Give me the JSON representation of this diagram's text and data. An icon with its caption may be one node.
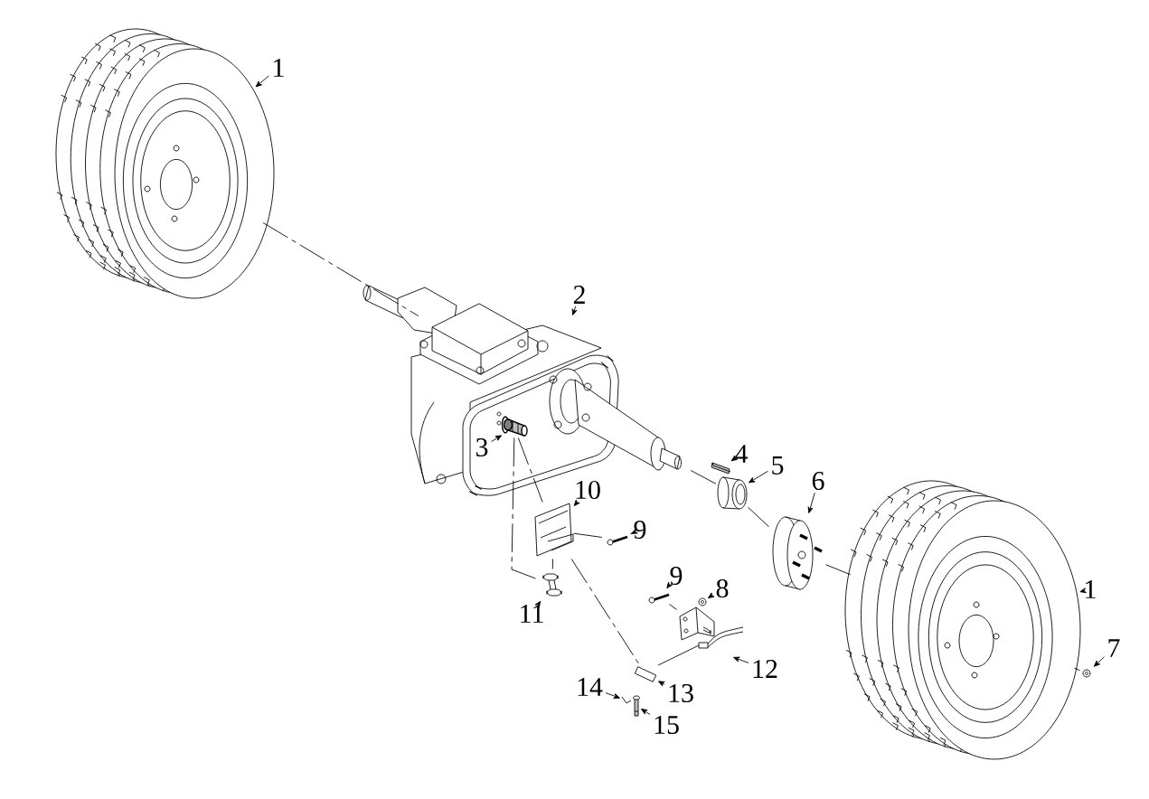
{
  "diagram": {
    "nodes": [
      {
        "text": [
          "1"
        ]
      },
      {
        "text": [
          "2"
        ],
        "in": 18
      },
      {
        "text": [
          "3"
        ],
        "in": 18
      },
      {
        "text": [
          "4"
        ]
      },
      {
        "text": [
          "5"
        ]
      },
      {
        "text": [
          "6"
        ]
      },
      {
        "text": [
          "1"
        ]
      },
      {
        "text": [
          "7"
        ]
      },
      {
        "text": [
          "9"
        ]
      },
      {
        "text": [
          "8"
        ]
      },
      {
        "text": [
          "9"
        ]
      },
      {
        "text": [
          "10"
        ]
      },
      {
        "text": [
          "11"
        ]
      },
      {
        "text": [
          "12"
        ]
      },
      {
        "text": [
          "13"
        ]
      },
      {
        "text": [
          "14"
        ]
      },
      {
        "text": [
          "15"
        ]
      },
      {
        "text": [],
        "shape": "picture"
      },
      {
        "text": [],
        "shape": "picture"
      },
      {
        "text": [],
        "shape": "picture",
        "in": 18
      },
      {
        "text": [],
        "shape": "picture"
      },
      {
        "text": [],
        "shape": "picture"
      },
      {
        "text": [],
        "shape": "picture"
      },
      {
        "text": [],
        "shape": "picture"
      },
      {
        "text": [],
        "shape": "picture"
      },
      {
        "text": [],
        "shape": "picture"
      },
      {
        "text": [],
        "shape": "picture"
      },
      {
        "text": [],
        "shape": "picture"
      },
      {
        "text": [],
        "shape": "picture"
      },
      {
        "text": [],
        "shape": "picture"
      },
      {
        "text": [],
        "shape": "picture"
      },
      {
        "text": [],
        "shape": "picture"
      },
      {
        "text": [],
        "shape": "picture"
      },
      {
        "text": [],
        "shape": "picture"
      },
      {
        "text": [],
        "shape": "picture"
      }
    ],
    "edges": [
      {
        "from": 0,
        "to": 17,
        "arrow": "to"
      },
      {
        "from": 1,
        "to": 18,
        "arrow": "to"
      },
      {
        "from": 2,
        "to": 19,
        "arrow": "to"
      },
      {
        "from": 3,
        "to": 20,
        "arrow": "to"
      },
      {
        "from": 4,
        "to": 21,
        "arrow": "to"
      },
      {
        "from": 5,
        "to": 22,
        "arrow": "to"
      },
      {
        "from": 6,
        "to": 23,
        "arrow": "to"
      },
      {
        "from": 7,
        "to": 24,
        "arrow": "to"
      },
      {
        "from": 8,
        "to": 25,
        "arrow": "to"
      },
      {
        "from": 9,
        "to": 26,
        "arrow": "to"
      },
      {
        "from": 10,
        "to": 27,
        "arrow": "to"
      },
      {
        "from": 11,
        "to": 28,
        "arrow": "to"
      },
      {
        "from": 12,
        "to": 29,
        "arrow": "to"
      },
      {
        "from": 13,
        "to": 31,
        "arrow": "to"
      },
      {
        "from": 14,
        "to": 32,
        "arrow": "to"
      },
      {
        "from": 15,
        "to": 33,
        "arrow": "to"
      },
      {
        "from": 16,
        "to": 34,
        "arrow": "to"
      },
      {
        "from": 17,
        "to": 18,
        "arrow": "none",
        "style": "dashed"
      },
      {
        "from": 18,
        "to": 21,
        "arrow": "none",
        "style": "dashed"
      },
      {
        "from": 21,
        "to": 22,
        "arrow": "none",
        "style": "dashed"
      },
      {
        "from": 22,
        "to": 23,
        "arrow": "none",
        "style": "dashed"
      },
      {
        "from": 23,
        "to": 24,
        "arrow": "none",
        "style": "dashed"
      },
      {
        "from": 19,
        "to": 28,
        "arrow": "none",
        "style": "dashed"
      },
      {
        "from": 19,
        "to": 29,
        "arrow": "none",
        "style": "dashed"
      },
      {
        "from": 28,
        "to": 25,
        "arrow": "none",
        "style": "dashed"
      },
      {
        "from": 28,
        "to": 29,
        "arrow": "none",
        "style": "dashed"
      },
      {
        "from": 28,
        "to": 32,
        "arrow": "none",
        "style": "dashed"
      },
      {
        "from": 27,
        "to": 30,
        "arrow": "none",
        "style": "dashed"
      }
    ]
  }
}
